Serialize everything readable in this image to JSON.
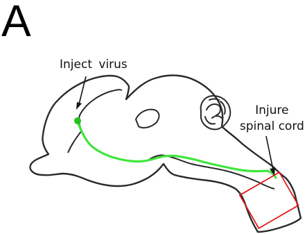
{
  "panel": {
    "letter": "A"
  },
  "annotations": {
    "inject": "Inject  virus",
    "injure_line1": "Injure",
    "injure_line2": "spinal cord"
  },
  "colors": {
    "outline": "#2a2a2a",
    "tract": "#3ee63a",
    "injection_dot": "#22c21e",
    "injury_box": "#e01b1b",
    "text": "#111111"
  }
}
